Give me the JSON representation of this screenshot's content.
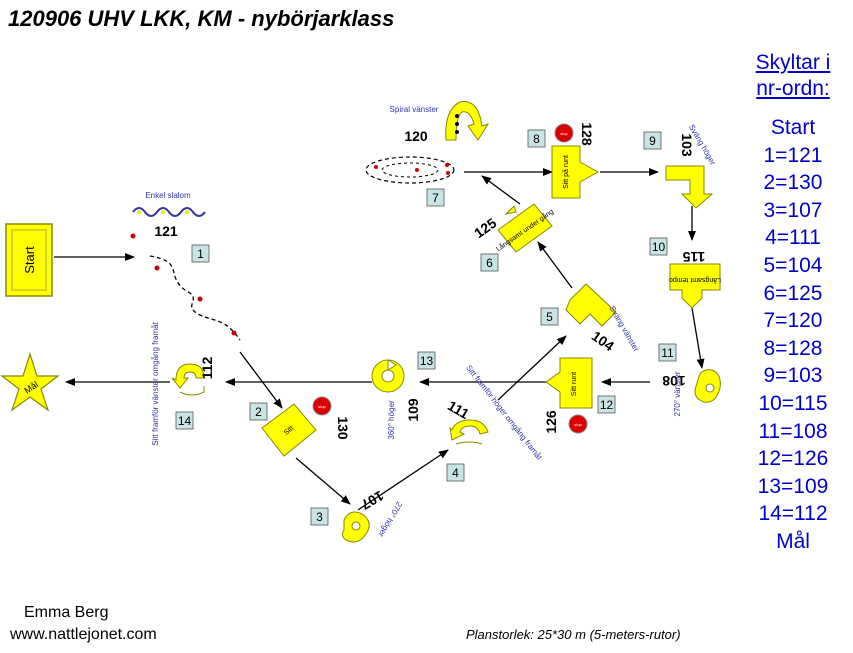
{
  "title": "120906 UHV LKK, KM - nybörjarklass",
  "legend": {
    "header_line1": "Skyltar i",
    "header_line2": "nr-ordn:",
    "items": [
      "Start",
      "1=121",
      "2=130",
      "3=107",
      "4=111",
      "5=104",
      "6=125",
      "7=120",
      "8=128",
      "9=103",
      "10=115",
      "11=108",
      "12=126",
      "13=109",
      "14=112",
      "Mål"
    ]
  },
  "footer": {
    "author": "Emma Berg",
    "website": "www.nattlejonet.com",
    "plan_size": "Planstorlek: 25*30 m (5-meters-rutor)"
  },
  "colors": {
    "sign_fill": "#ffff00",
    "sign_stroke": "#999900",
    "box_fill": "#c8e4e4",
    "legend_text": "#0000cc",
    "label_text": "#3333aa",
    "stop_red": "#dd0000"
  },
  "course": {
    "start_label": "Start",
    "finish_label": "Mål",
    "stations": [
      {
        "box": "1",
        "sign": "121",
        "caption": "Enkel slalom"
      },
      {
        "box": "2",
        "sign": "130",
        "caption": ""
      },
      {
        "box": "3",
        "sign": "107",
        "caption": "270° höger"
      },
      {
        "box": "4",
        "sign": "111",
        "caption": "Sitt framför höger omgång framåt"
      },
      {
        "box": "5",
        "sign": "104",
        "caption": "Sväng vänster"
      },
      {
        "box": "6",
        "sign": "125",
        "caption": "Långsamt under gång"
      },
      {
        "box": "7",
        "sign": "120",
        "caption": "Spiral vänster"
      },
      {
        "box": "8",
        "sign": "128",
        "caption": "Sitt på runt"
      },
      {
        "box": "9",
        "sign": "103",
        "caption": "Sväng höger"
      },
      {
        "box": "10",
        "sign": "115",
        "caption": "Långsamt tempo"
      },
      {
        "box": "11",
        "sign": "108",
        "caption": "270° vänster"
      },
      {
        "box": "12",
        "sign": "126",
        "caption": "Sitt runt"
      },
      {
        "box": "13",
        "sign": "109",
        "caption": "360° höger"
      },
      {
        "box": "14",
        "sign": "112",
        "caption": "Sitt framför vänster omgång framåt"
      }
    ],
    "stop_labels": [
      "stop",
      "stop",
      "stop"
    ]
  }
}
